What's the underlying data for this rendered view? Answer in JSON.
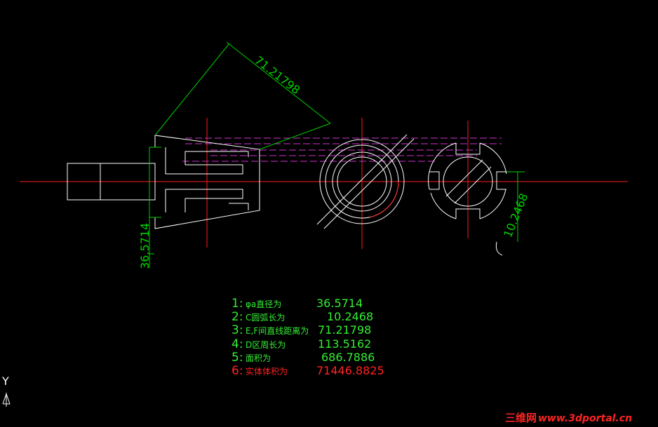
{
  "colors": {
    "background": "#000000",
    "outline": "#ffffff",
    "dimension": "#00d200",
    "centerline": "#ff1a1a",
    "hidden_line": "#cc33cc",
    "result_text": "#33ee33",
    "result_highlight": "#ff2222",
    "watermark": "#ff2222"
  },
  "dimensions": {
    "diagonal": "71.21798",
    "vertical_left": "36.5714",
    "vertical_right": "10.2468"
  },
  "results": [
    {
      "num": "1:",
      "label": "φa直径为",
      "value": "36.5714",
      "highlight": false
    },
    {
      "num": "2:",
      "label": "C圆弧长为",
      "value": "10.2468",
      "highlight": false
    },
    {
      "num": "3:",
      "label": "E,F间直线距离为",
      "value": "71.21798",
      "highlight": false
    },
    {
      "num": "4:",
      "label": "D区周长为",
      "value": "113.5162",
      "highlight": false
    },
    {
      "num": "5:",
      "label": "面积为",
      "value": "686.7886",
      "highlight": false
    },
    {
      "num": "6:",
      "label": "实体体积为",
      "value": "71446.8825",
      "highlight": true
    }
  ],
  "ucs": {
    "axis_label": "Y",
    "icon": "ucs-axis-icon"
  },
  "watermark": {
    "text_cn": "三维网",
    "text_url": "www.3dportal.cn"
  }
}
